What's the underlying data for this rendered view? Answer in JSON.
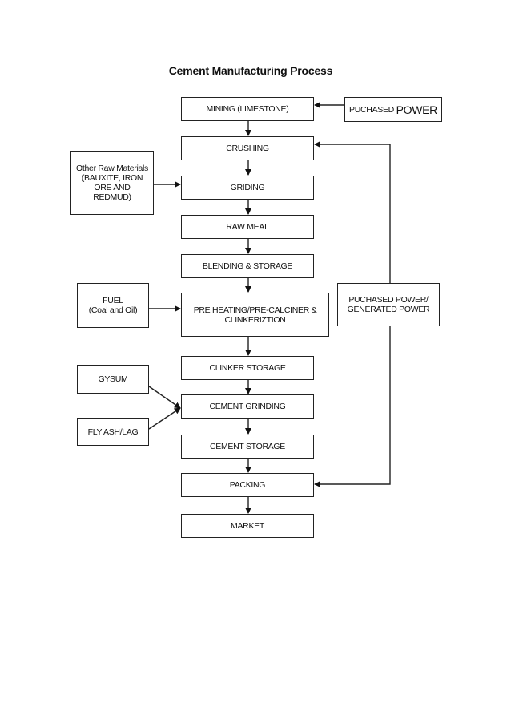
{
  "title": "Cement Manufacturing Process",
  "main_steps": [
    "MINING (LIMESTONE)",
    "CRUSHING",
    "GRIDING",
    "RAW MEAL",
    "BLENDING & STORAGE",
    "PRE HEATING/PRE-CALCINER &\nCLINKERIZTION",
    "CLINKER STORAGE",
    "CEMENT GRINDING",
    "CEMENT STORAGE",
    "PACKING",
    "MARKET"
  ],
  "inputs": {
    "purchased_power_small": "PUCHASED",
    "purchased_power_big": "POWER",
    "other_raw_materials": "Other Raw Materials\n(BAUXITE, IRON\nORE AND\nREDMUD)",
    "fuel": "FUEL\n(Coal and Oil)",
    "gypsum": "GYSUM",
    "fly_ash": "FLY ASH/LAG",
    "purchased_generated_power": "PUCHASED POWER/\nGENERATED POWER"
  }
}
